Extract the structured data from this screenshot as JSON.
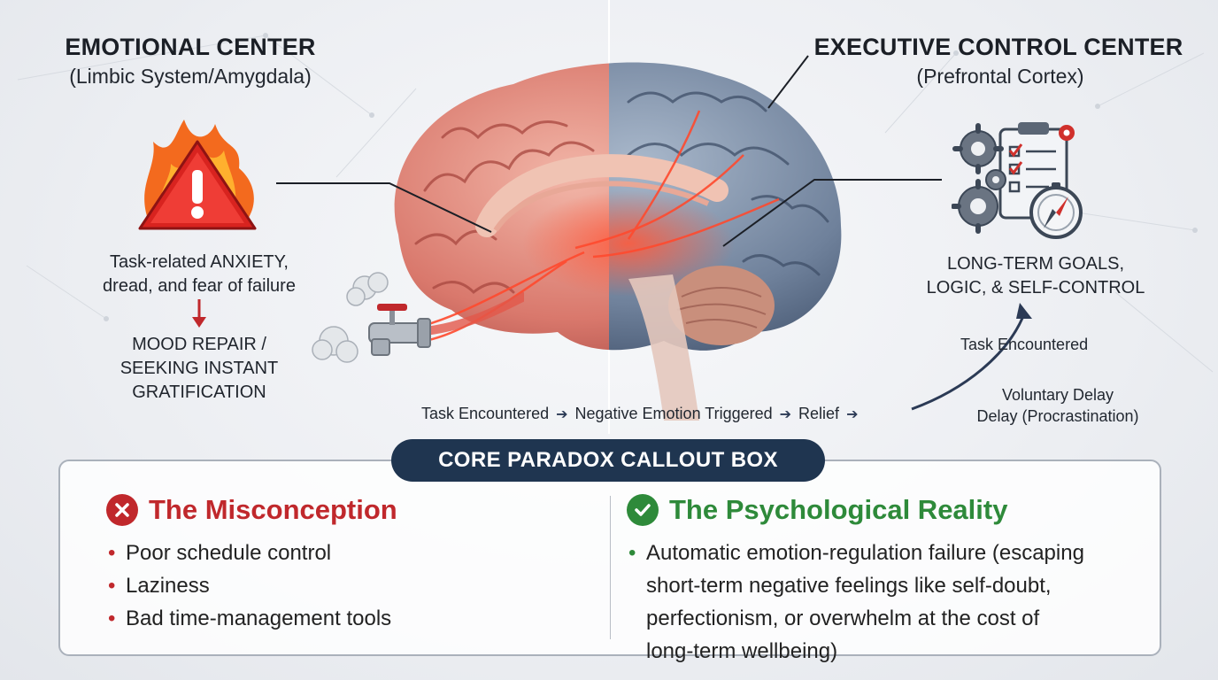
{
  "left": {
    "title": "EMOTIONAL CENTER",
    "subtitle": "(Limbic System/Amygdala)",
    "anxiety_line1": "Task-related ANXIETY,",
    "anxiety_line2": "dread, and fear of failure",
    "mood_line1": "MOOD REPAIR /",
    "mood_line2": "SEEKING INSTANT",
    "mood_line3": "GRATIFICATION",
    "icons": [
      "warning-fire-icon",
      "faucet-icon"
    ]
  },
  "right": {
    "title": "EXECUTIVE CONTROL CENTER",
    "subtitle": "(Prefrontal Cortex)",
    "goals_line1": "LONG-TERM GOALS,",
    "goals_line2": "LOGIC, & SELF-CONTROL",
    "task_encountered": "Task Encountered",
    "delay_line1": "Voluntary Delay",
    "delay_line2": "Delay (Procrastination)",
    "icons": [
      "gears-clipboard-compass-icon"
    ]
  },
  "flow": {
    "steps": [
      "Task Encountered",
      "Negative Emotion Triggered",
      "Relief"
    ]
  },
  "callout": {
    "title": "CORE PARADOX CALLOUT BOX",
    "misconception": {
      "heading": "The Misconception",
      "items": [
        "Poor schedule control",
        "Laziness",
        "Bad time-management tools"
      ]
    },
    "reality": {
      "heading": "The Psychological Reality",
      "item_lines": [
        "Automatic emotion-regulation failure (escaping",
        "short-term negative feelings like self-doubt,",
        "perfectionism, or overwhelm at the cost of",
        "long-term wellbeing)"
      ]
    }
  },
  "colors": {
    "red": "#c0282c",
    "green": "#2e8a3a",
    "navy": "#1f3550"
  }
}
